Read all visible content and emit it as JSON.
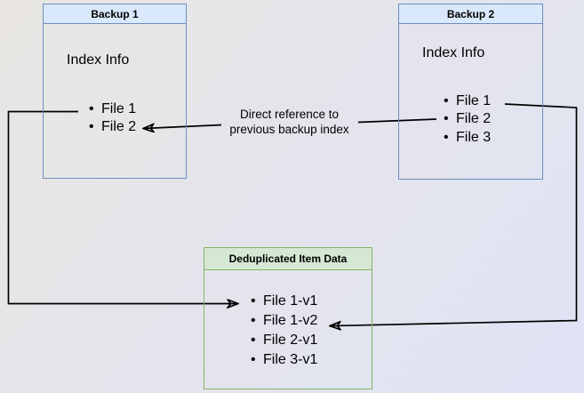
{
  "diagram": {
    "backup1": {
      "title": "Backup 1",
      "section_label": "Index Info",
      "files": [
        "File 1",
        "File 2"
      ]
    },
    "backup2": {
      "title": "Backup 2",
      "section_label": "Index Info",
      "files": [
        "File 1",
        "File 2",
        "File 3"
      ]
    },
    "dedup": {
      "title": "Deduplicated Item Data",
      "items": [
        "File 1-v1",
        "File 1-v2",
        "File 2-v1",
        "File 3-v1"
      ]
    },
    "annotations": {
      "direct_reference": {
        "line1": "Direct reference to",
        "line2": "previous backup index"
      }
    },
    "colors": {
      "backup_header_fill": "#dae8fc",
      "backup_border": "#6c8ebf",
      "dedup_header_fill": "#d5e8d4",
      "dedup_border": "#82b366",
      "arrow": "#000000",
      "background_start": "#e9e6e2",
      "background_end": "#e0e3f5"
    }
  }
}
